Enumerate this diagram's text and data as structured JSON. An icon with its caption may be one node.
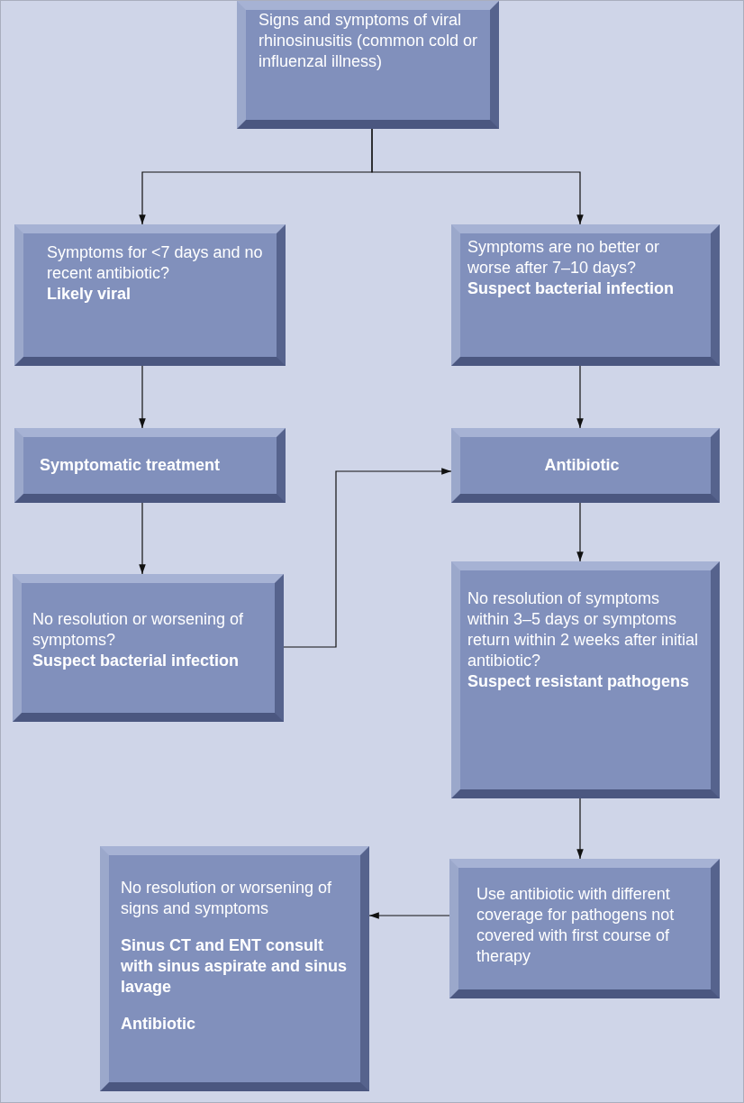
{
  "diagram": {
    "nodes": [
      {
        "text": [
          "Signs and symptoms of viral rhinosinusitis (common cold or influenzal illness)"
        ]
      },
      {
        "text": [
          "Symptoms for <7 days and no recent antibiotic?",
          "Likely viral"
        ]
      },
      {
        "text": [
          "Symptoms are no better or worse after 7–10 days?",
          "Suspect bacterial infection"
        ]
      },
      {
        "text": [
          "Symptomatic treatment"
        ]
      },
      {
        "text": [
          "Antibiotic"
        ]
      },
      {
        "text": [
          "No resolution or worsening of symptoms?",
          "Suspect bacterial infection"
        ]
      },
      {
        "text": [
          "No resolution of symptoms within 3–5 days or symptoms return within 2 weeks after initial antibiotic?",
          "Suspect resistant pathogens"
        ]
      },
      {
        "text": [
          "Use antibiotic with different coverage for pathogens not covered with first course of therapy"
        ]
      },
      {
        "text": [
          "No resolution or worsening of signs and symptoms",
          "Sinus CT and ENT consult with sinus aspirate and sinus lavage",
          "Antibiotic"
        ]
      }
    ],
    "edges": [
      {
        "from": 0,
        "to": 1,
        "arrow": "to"
      },
      {
        "from": 0,
        "to": 2,
        "arrow": "to"
      },
      {
        "from": 1,
        "to": 3,
        "arrow": "to"
      },
      {
        "from": 2,
        "to": 4,
        "arrow": "to"
      },
      {
        "from": 3,
        "to": 5,
        "arrow": "to"
      },
      {
        "from": 5,
        "to": 4,
        "arrow": "to"
      },
      {
        "from": 4,
        "to": 6,
        "arrow": "to"
      },
      {
        "from": 6,
        "to": 7,
        "arrow": "to"
      },
      {
        "from": 7,
        "to": 8,
        "arrow": "to"
      }
    ]
  }
}
